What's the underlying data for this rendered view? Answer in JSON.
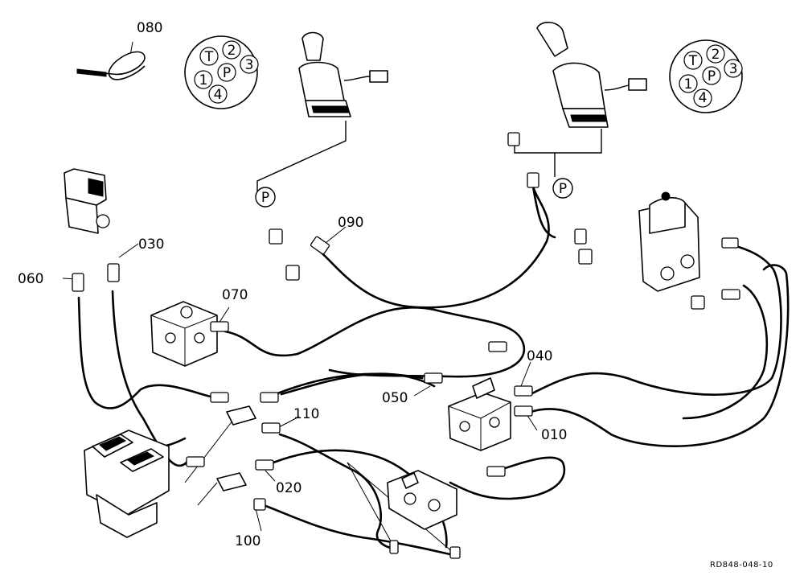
{
  "callouts": {
    "p010": "010",
    "p020": "020",
    "p030": "030",
    "p040": "040",
    "p050": "050",
    "p060": "060",
    "p070": "070",
    "p080": "080",
    "p090": "090",
    "p100": "100",
    "p110": "110"
  },
  "port_labels": {
    "left": {
      "t": "T",
      "one": "1",
      "two": "2",
      "three": "3",
      "four": "4",
      "p": "P"
    },
    "right": {
      "t": "T",
      "one": "1",
      "two": "2",
      "three": "3",
      "four": "4",
      "p": "P"
    },
    "pressure_left": "P",
    "pressure_right": "P"
  },
  "drawing_ref": "RD848-048-10"
}
